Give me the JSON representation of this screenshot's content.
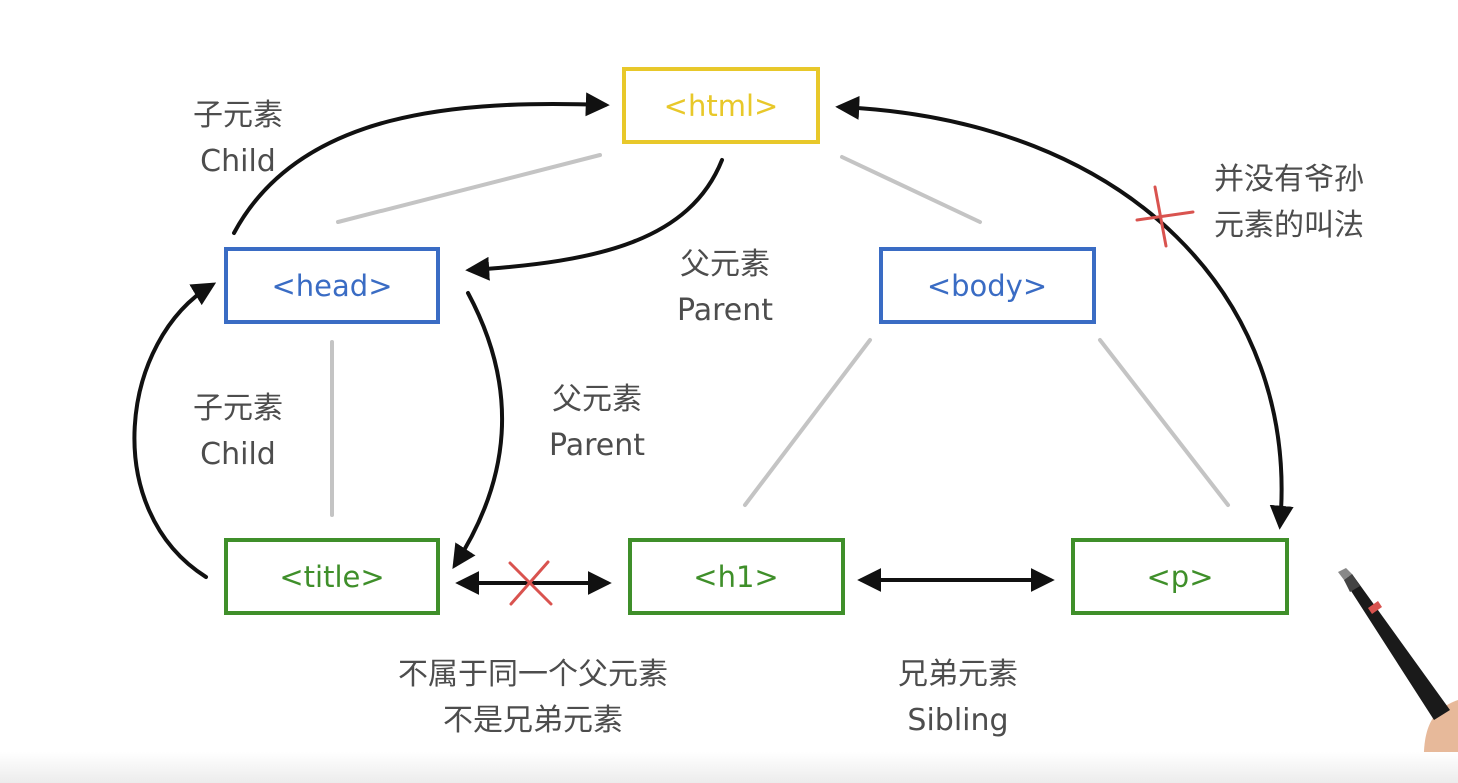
{
  "nodes": {
    "html": {
      "text": "<html>",
      "color": "#e8c82a"
    },
    "head": {
      "text": "<head>",
      "color": "#3a6cc4"
    },
    "body": {
      "text": "<body>",
      "color": "#3a6cc4"
    },
    "title": {
      "text": "<title>",
      "color": "#3f8f2a"
    },
    "h1": {
      "text": "<h1>",
      "color": "#3f8f2a"
    },
    "p": {
      "text": "<p>",
      "color": "#3f8f2a"
    }
  },
  "labels": {
    "child_head_html": {
      "zh": "子元素",
      "en": "Child"
    },
    "parent_html_head": {
      "zh": "父元素",
      "en": "Parent"
    },
    "child_title_head": {
      "zh": "子元素",
      "en": "Child"
    },
    "parent_head_title": {
      "zh": "父元素",
      "en": "Parent"
    },
    "no_grandchild": {
      "line1": "并没有爷孙",
      "line2": "元素的叫法"
    },
    "not_sibling": {
      "line1": "不属于同一个父元素",
      "line2": "不是兄弟元素"
    },
    "sibling": {
      "zh": "兄弟元素",
      "en": "Sibling"
    }
  },
  "colors": {
    "arrow": "#111111",
    "tree_line": "#c4c4c4",
    "cross": "#d9534f",
    "label_text": "#4d4d4d"
  }
}
